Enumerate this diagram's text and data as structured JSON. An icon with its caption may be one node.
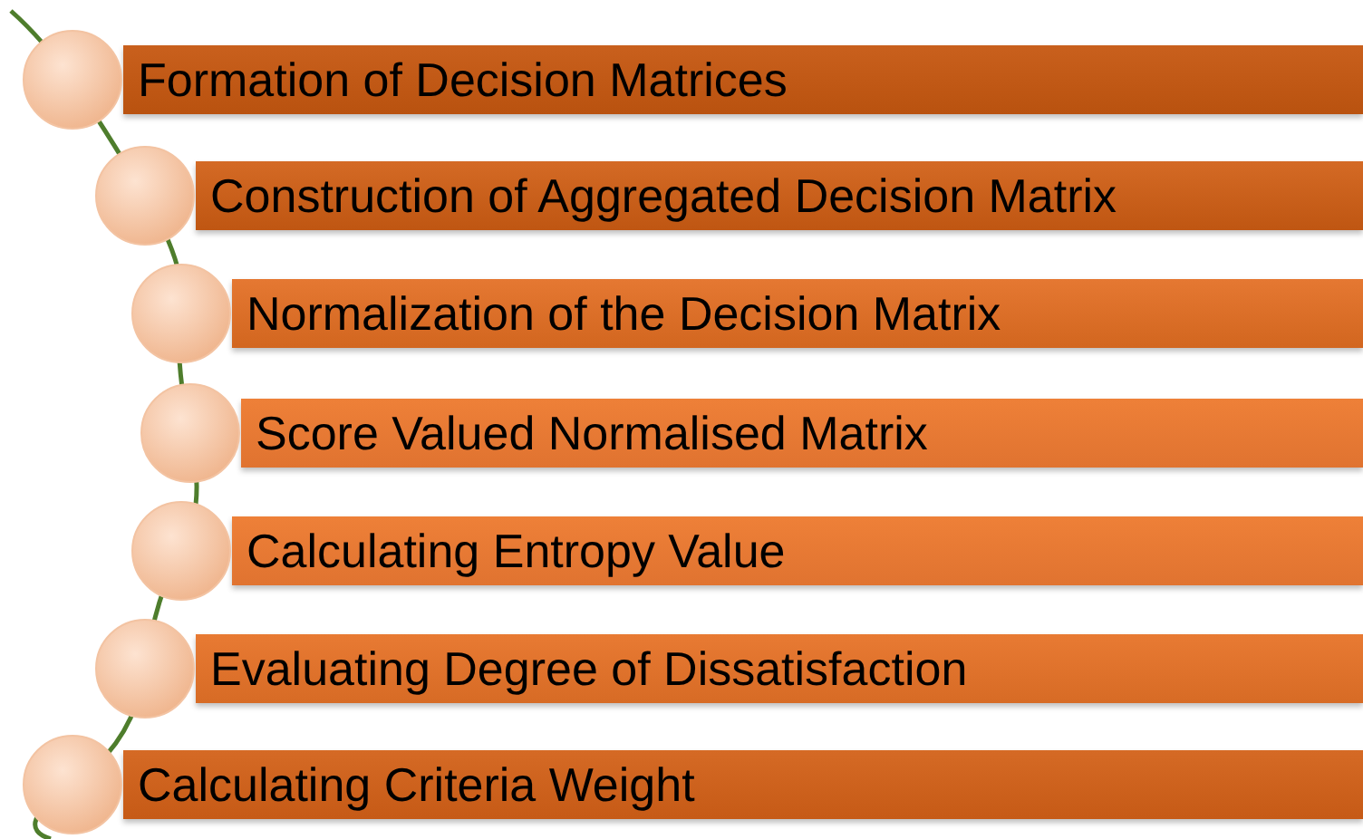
{
  "diagram": {
    "nodes": [
      {
        "text": [
          "Formation of Decision Matrices"
        ]
      },
      {
        "text": [
          "Construction of Aggregated Decision Matrix"
        ]
      },
      {
        "text": [
          "Normalization of the Decision Matrix"
        ]
      },
      {
        "text": [
          "Score Valued Normalised Matrix"
        ]
      },
      {
        "text": [
          "Calculating Entropy Value"
        ]
      },
      {
        "text": [
          "Evaluating Degree of Dissatisfaction"
        ]
      },
      {
        "text": [
          "Calculating Criteria Weight"
        ]
      }
    ],
    "edges": []
  }
}
